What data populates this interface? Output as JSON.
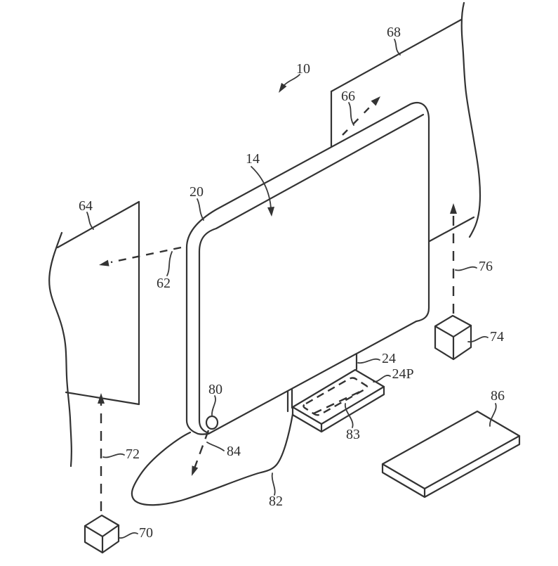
{
  "figure": {
    "kind": "patent-line-drawing",
    "colors": {
      "line": "#333333",
      "text": "#2e2e2e",
      "background": "#ffffff"
    },
    "labels": {
      "l10": {
        "text": "10"
      },
      "l14": {
        "text": "14"
      },
      "l20": {
        "text": "20"
      },
      "l24": {
        "text": "24"
      },
      "l24p": {
        "text": "24P"
      },
      "l62": {
        "text": "62"
      },
      "l64": {
        "text": "64"
      },
      "l66": {
        "text": "66"
      },
      "l68": {
        "text": "68"
      },
      "l70": {
        "text": "70"
      },
      "l72": {
        "text": "72"
      },
      "l74": {
        "text": "74"
      },
      "l76": {
        "text": "76"
      },
      "l80": {
        "text": "80"
      },
      "l82": {
        "text": "82"
      },
      "l83": {
        "text": "83"
      },
      "l84": {
        "text": "84"
      },
      "l86": {
        "text": "86"
      }
    }
  }
}
